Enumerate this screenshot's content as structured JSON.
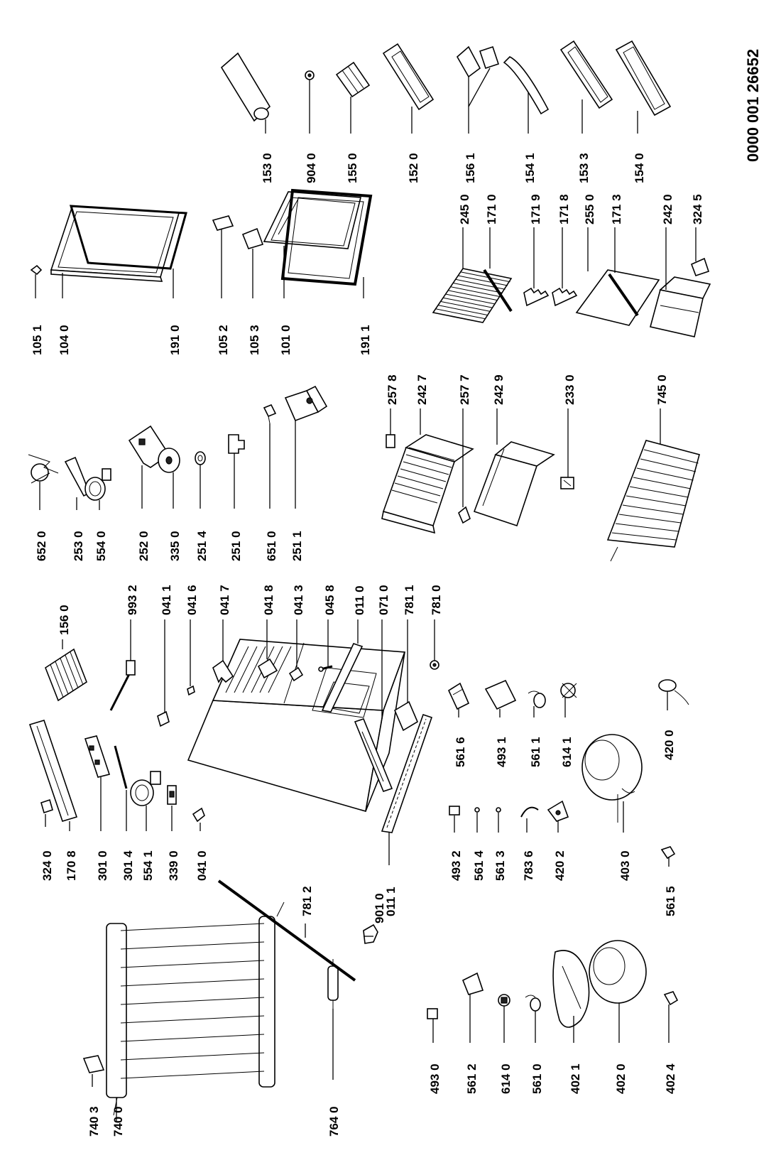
{
  "document_id": "0000 001 26652",
  "parts": [
    {
      "code": "740 3",
      "icon": "small-panel-icon"
    },
    {
      "code": "740 0",
      "icon": "condenser-coil-icon"
    },
    {
      "code": "764 0",
      "icon": "drier-filter-icon"
    },
    {
      "code": "781 2",
      "icon": "rod-icon"
    },
    {
      "code": "901 0",
      "icon": "clip-icon"
    },
    {
      "code": "011 1",
      "icon": "rail-icon"
    },
    {
      "code": "324 0",
      "icon": "small-part-icon"
    },
    {
      "code": "170 8",
      "icon": "panel-icon"
    },
    {
      "code": "301 0",
      "icon": "bracket-icon"
    },
    {
      "code": "301 4",
      "icon": "strip-icon"
    },
    {
      "code": "554 1",
      "icon": "knob-icon"
    },
    {
      "code": "339 0",
      "icon": "switch-icon"
    },
    {
      "code": "041 0",
      "icon": "hinge-icon"
    },
    {
      "code": "156 0",
      "icon": "ice-tray-icon"
    },
    {
      "code": "993 2",
      "icon": "sensor-icon"
    },
    {
      "code": "041 1",
      "icon": "hinge-icon"
    },
    {
      "code": "041 6",
      "icon": "hinge-icon"
    },
    {
      "code": "041 7",
      "icon": "hinge-icon"
    },
    {
      "code": "041 8",
      "icon": "hinge-icon"
    },
    {
      "code": "041 3",
      "icon": "hinge-icon"
    },
    {
      "code": "045 8",
      "icon": "pin-icon"
    },
    {
      "code": "011 0",
      "icon": "rail-icon"
    },
    {
      "code": "071 0",
      "icon": "cabinet-icon"
    },
    {
      "code": "781 1",
      "icon": "grille-icon"
    },
    {
      "code": "781 0",
      "icon": "foot-icon"
    },
    {
      "code": "652 0",
      "icon": "thermostat-icon"
    },
    {
      "code": "253 0",
      "icon": "lever-icon"
    },
    {
      "code": "554 0",
      "icon": "knob-icon"
    },
    {
      "code": "252 0",
      "icon": "lamp-housing-icon"
    },
    {
      "code": "335 0",
      "icon": "disc-icon"
    },
    {
      "code": "251 4",
      "icon": "ring-icon"
    },
    {
      "code": "251 0",
      "icon": "cover-icon"
    },
    {
      "code": "651 0",
      "icon": "bulb-icon"
    },
    {
      "code": "251 1",
      "icon": "box-icon"
    },
    {
      "code": "105 1",
      "icon": "small-part-icon"
    },
    {
      "code": "104 0",
      "icon": "door-icon"
    },
    {
      "code": "191 0",
      "icon": "gasket-icon"
    },
    {
      "code": "105 2",
      "icon": "handle-icon"
    },
    {
      "code": "105 3",
      "icon": "handle-icon"
    },
    {
      "code": "101 0",
      "icon": "door-icon"
    },
    {
      "code": "191 1",
      "icon": "gasket-icon"
    },
    {
      "code": "153 0",
      "icon": "balcony-icon"
    },
    {
      "code": "904 0",
      "icon": "plug-icon"
    },
    {
      "code": "155 0",
      "icon": "egg-tray-icon"
    },
    {
      "code": "152 0",
      "icon": "balcony-icon"
    },
    {
      "code": "156 1",
      "icon": "ice-tray-icon"
    },
    {
      "code": "154 1",
      "icon": "balcony-icon"
    },
    {
      "code": "153 3",
      "icon": "balcony-icon"
    },
    {
      "code": "154 0",
      "icon": "balcony-icon"
    },
    {
      "code": "257 8",
      "icon": "clip-icon"
    },
    {
      "code": "242 7",
      "icon": "drawer-icon"
    },
    {
      "code": "257 7",
      "icon": "clip-icon"
    },
    {
      "code": "242 9",
      "icon": "drawer-icon"
    },
    {
      "code": "233 0",
      "icon": "small-part-icon"
    },
    {
      "code": "745 0",
      "icon": "evaporator-icon"
    },
    {
      "code": "245 0",
      "icon": "wire-shelf-icon"
    },
    {
      "code": "171 0",
      "icon": "strip-icon"
    },
    {
      "code": "171 9",
      "icon": "shelf-support-icon"
    },
    {
      "code": "171 8",
      "icon": "shelf-support-icon"
    },
    {
      "code": "255 0",
      "icon": "glass-shelf-icon"
    },
    {
      "code": "171 3",
      "icon": "strip-icon"
    },
    {
      "code": "242 0",
      "icon": "crisper-icon"
    },
    {
      "code": "324 5",
      "icon": "small-part-icon"
    },
    {
      "code": "493 2",
      "icon": "relay-icon"
    },
    {
      "code": "561 4",
      "icon": "screw-icon"
    },
    {
      "code": "561 3",
      "icon": "screw-icon"
    },
    {
      "code": "783 6",
      "icon": "wire-icon"
    },
    {
      "code": "420 2",
      "icon": "bracket-icon"
    },
    {
      "code": "403 0",
      "icon": "compressor-icon"
    },
    {
      "code": "561 5",
      "icon": "clip-icon"
    },
    {
      "code": "561 6",
      "icon": "relay-icon"
    },
    {
      "code": "493 1",
      "icon": "relay-cover-icon"
    },
    {
      "code": "561 1",
      "icon": "overload-icon"
    },
    {
      "code": "614 1",
      "icon": "starter-icon"
    },
    {
      "code": "420 0",
      "icon": "capacitor-icon"
    },
    {
      "code": "493 0",
      "icon": "relay-icon"
    },
    {
      "code": "561 2",
      "icon": "relay-cover-icon"
    },
    {
      "code": "614 0",
      "icon": "starter-icon"
    },
    {
      "code": "561 0",
      "icon": "overload-icon"
    },
    {
      "code": "402 1",
      "icon": "compressor-base-icon"
    },
    {
      "code": "402 0",
      "icon": "compressor-icon"
    },
    {
      "code": "402 4",
      "icon": "clip-icon"
    }
  ]
}
